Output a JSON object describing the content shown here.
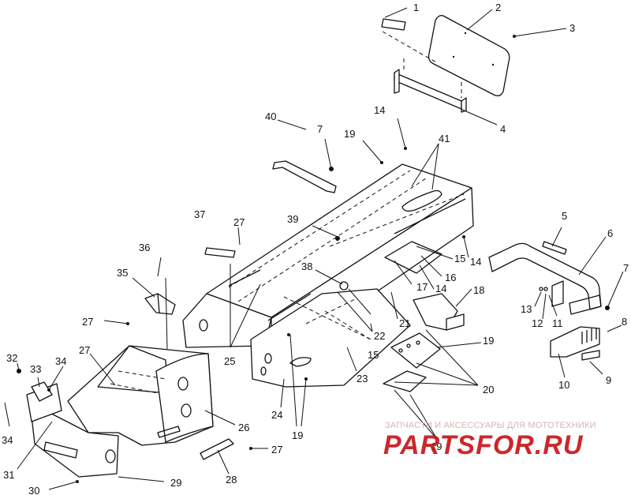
{
  "colors": {
    "line": "#111111",
    "watermark": "#c91518",
    "watermark_sub": "#d8b3b3"
  },
  "callouts": [
    "1",
    "2",
    "3",
    "4",
    "5",
    "6",
    "7",
    "8",
    "9",
    "10",
    "11",
    "12",
    "13",
    "14",
    "15",
    "16",
    "17",
    "18",
    "19",
    "20",
    "21",
    "22",
    "23",
    "24",
    "25",
    "26",
    "27",
    "28",
    "29",
    "30",
    "31",
    "32",
    "33",
    "34",
    "35",
    "36",
    "37",
    "38",
    "39",
    "40",
    "41"
  ],
  "watermark": {
    "subtitle": "ЗАПЧАСТИ И АКСЕССУАРЫ ДЛЯ МОТОТЕХНИКИ",
    "logo": "PARTSFOR.RU"
  }
}
